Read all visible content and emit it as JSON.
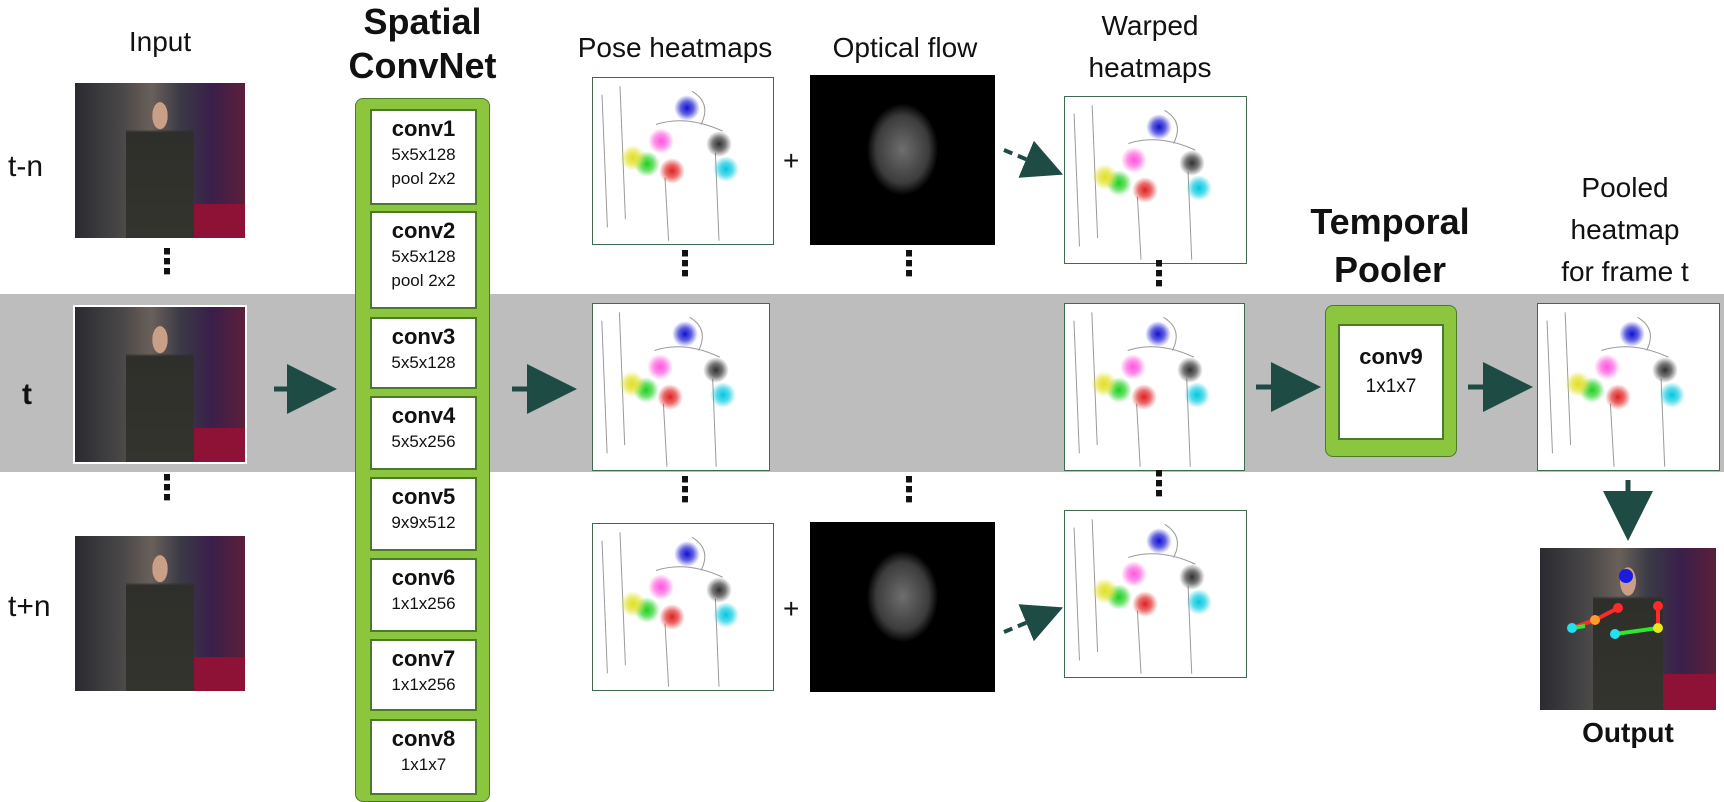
{
  "labels": {
    "input": "Input",
    "spatial_1": "Spatial",
    "spatial_2": "ConvNet",
    "pose_heatmaps": "Pose heatmaps",
    "optical_flow": "Optical flow",
    "warped_1": "Warped",
    "warped_2": "heatmaps",
    "temporal_1": "Temporal",
    "temporal_2": "Pooler",
    "pooled_1": "Pooled",
    "pooled_2": "heatmap",
    "pooled_3": "for frame t",
    "output": "Output",
    "plus": "+",
    "dots": "⋮"
  },
  "rows": {
    "t_minus_n": "t-n",
    "t": "t",
    "t_plus_n": "t+n"
  },
  "convnet": [
    {
      "name": "conv1",
      "spec": "5x5x128",
      "pool": "pool 2x2"
    },
    {
      "name": "conv2",
      "spec": "5x5x128",
      "pool": "pool 2x2"
    },
    {
      "name": "conv3",
      "spec": "5x5x128",
      "pool": ""
    },
    {
      "name": "conv4",
      "spec": "5x5x256",
      "pool": ""
    },
    {
      "name": "conv5",
      "spec": "9x9x512",
      "pool": ""
    },
    {
      "name": "conv6",
      "spec": "1x1x256",
      "pool": ""
    },
    {
      "name": "conv7",
      "spec": "1x1x256",
      "pool": ""
    },
    {
      "name": "conv8",
      "spec": "1x1x7",
      "pool": ""
    }
  ],
  "pooler": {
    "name": "conv9",
    "spec": "1x1x7"
  },
  "colors": {
    "band": "#bdbdbd",
    "block_green": "#8cc63f",
    "arrow": "#1f4b45",
    "head": "#1010d0",
    "left_hand": "#e0e020",
    "right_wrist": "#00c8e0",
    "left_wrist": "#20d020",
    "elbow_r": "#e02020",
    "shoulder_l": "#ff55dd",
    "shoulder_r": "#303030"
  }
}
